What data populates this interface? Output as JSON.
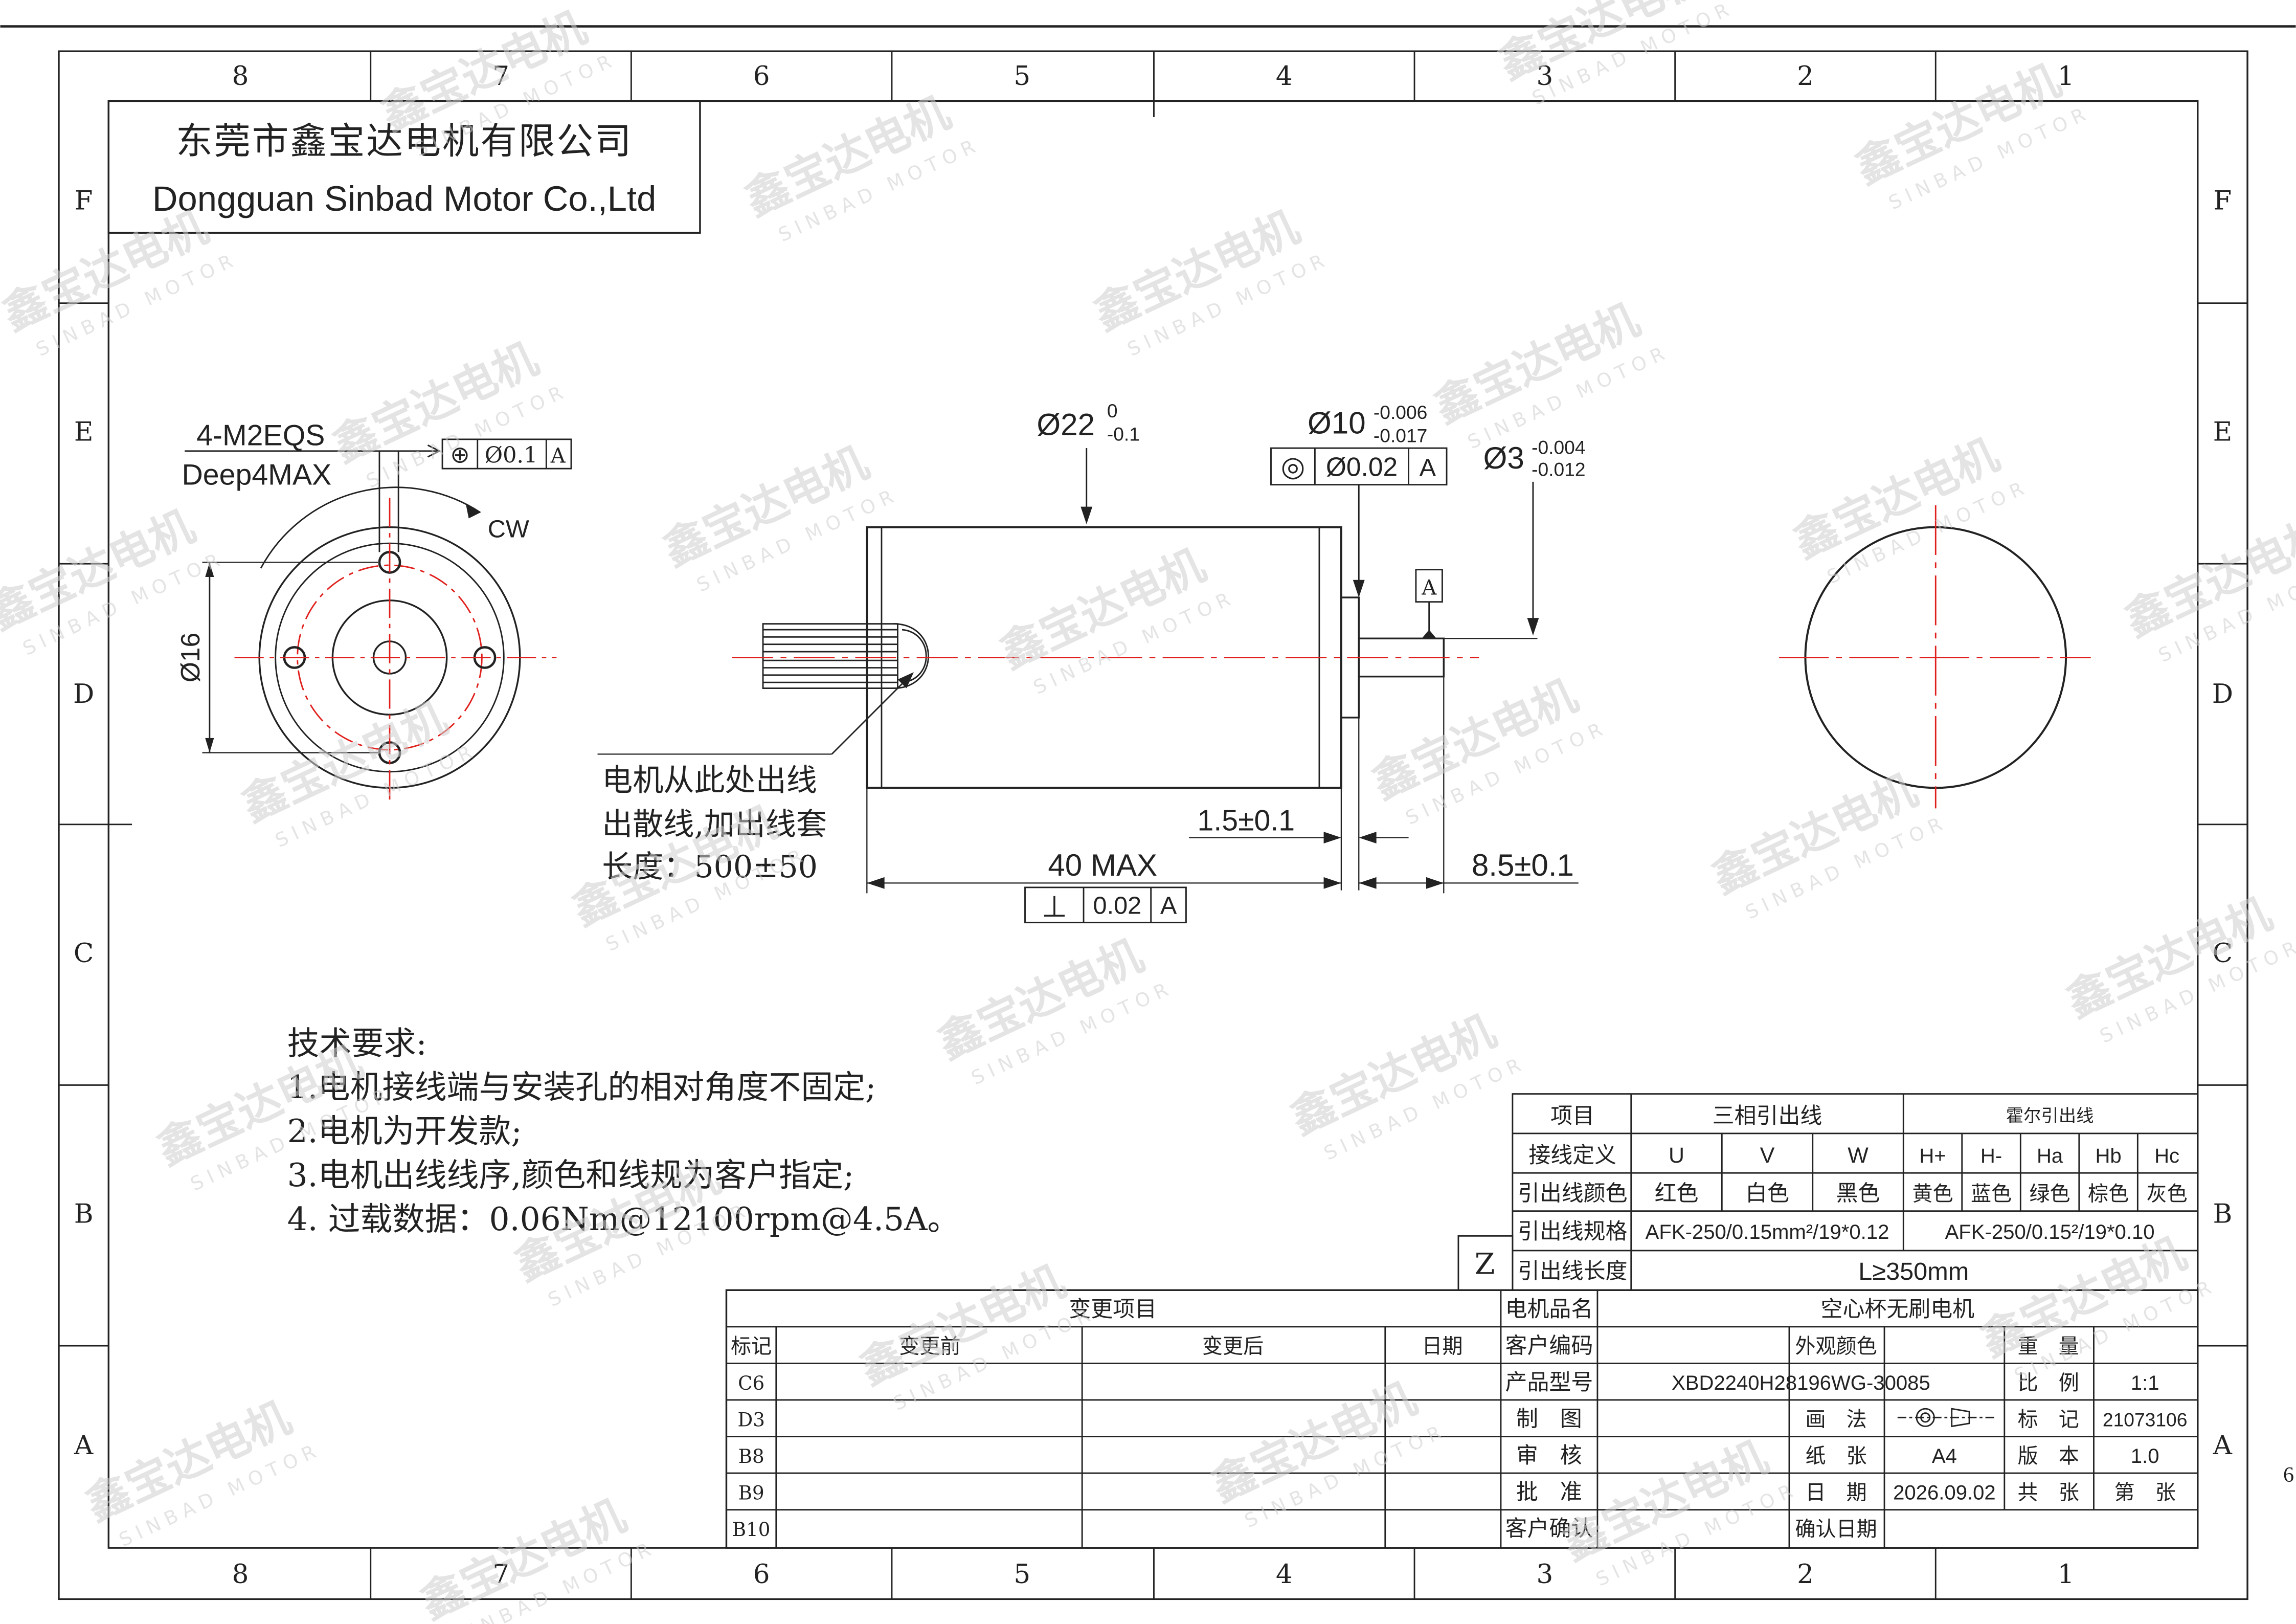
{
  "company": {
    "name_cn": "东莞市鑫宝达电机有限公司",
    "name_en": "Dongguan Sinbad Motor Co.,Ltd"
  },
  "grid": {
    "columns": [
      "8",
      "7",
      "6",
      "5",
      "4",
      "3",
      "2",
      "1"
    ],
    "rows": [
      "F",
      "E",
      "D",
      "C",
      "B",
      "A"
    ]
  },
  "page_number": "6",
  "watermark": {
    "cn": "鑫宝达电机",
    "en": "SINBAD MOTOR"
  },
  "front_view": {
    "thread": "4-M2EQS",
    "depth": "Deep4MAX",
    "position_tol_symbol": "⊕",
    "position_tol": "Ø0.1",
    "position_datum": "A",
    "rotation": "CW",
    "bolt_circle": "Ø16"
  },
  "side_view": {
    "body_dia": "Ø22",
    "body_dia_upper": "0",
    "body_dia_lower": "-0.1",
    "boss_dia": "Ø10",
    "boss_dia_upper": "-0.006",
    "boss_dia_lower": "-0.017",
    "concentricity_symbol": "◎",
    "concentricity": "Ø0.02",
    "concentricity_datum": "A",
    "shaft_dia": "Ø3",
    "shaft_upper": "-0.004",
    "shaft_lower": "-0.012",
    "datum_label": "A",
    "lead_note": [
      "电机从此处出线",
      "出散线,加出线套",
      "长度：500±50"
    ],
    "boss_len": "1.5±0.1",
    "body_len": "40 MAX",
    "shaft_len": "8.5±0.1",
    "perp_symbol": "⊥",
    "perp_tol": "0.02",
    "perp_datum": "A"
  },
  "requirements": {
    "title": "技术要求:",
    "items": [
      "1.电机接线端与安装孔的相对角度不固定;",
      "2.电机为开发款;",
      "3.电机出线线序,颜色和线规为客户指定;",
      "4. 过载数据：0.06Nm@12100rpm@4.5A。"
    ]
  },
  "wiring_table": {
    "z_mark": "Z",
    "item_label": "项目",
    "three_phase": "三相引出线",
    "hall": "霍尔引出线",
    "def_label": "接线定义",
    "defs": [
      "U",
      "V",
      "W",
      "H+",
      "H-",
      "Ha",
      "Hb",
      "Hc"
    ],
    "color_label": "引出线颜色",
    "colors": [
      "红色",
      "白色",
      "黑色",
      "黄色",
      "蓝色",
      "绿色",
      "棕色",
      "灰色"
    ],
    "spec_label": "引出线规格",
    "spec_three": "AFK-250/0.15mm²/19*0.12",
    "spec_hall": "AFK-250/0.15²/19*0.10",
    "length_label": "引出线长度",
    "length": "L≥350mm"
  },
  "title_block": {
    "change_items": "变更项目",
    "mark": "标记",
    "before": "变更前",
    "after": "变更后",
    "date": "日期",
    "rev_rows": [
      "C6",
      "D3",
      "B8",
      "B9",
      "B10"
    ],
    "product_name_label": "电机品名",
    "product_name": "空心杯无刷电机",
    "customer_code_label": "客户编码",
    "appearance_color_label": "外观颜色",
    "weight_label": "重　量",
    "model_label": "产品型号",
    "model": "XBD2240H28196WG-30085",
    "scale_label": "比　例",
    "scale": "1:1",
    "drawn_label": "制　图",
    "method_label": "画　法",
    "mark_label": "标　记",
    "mark_value": "21073106",
    "check_label": "审　核",
    "paper_label": "纸　张",
    "paper": "A4",
    "version_label": "版　本",
    "version": "1.0",
    "approve_label": "批　准",
    "date_label": "日　期",
    "date_value": "2026.09.02",
    "total_label": "共　张",
    "sheet_label": "第　张",
    "customer_confirm_label": "客户确认",
    "confirm_date_label": "确认日期"
  }
}
